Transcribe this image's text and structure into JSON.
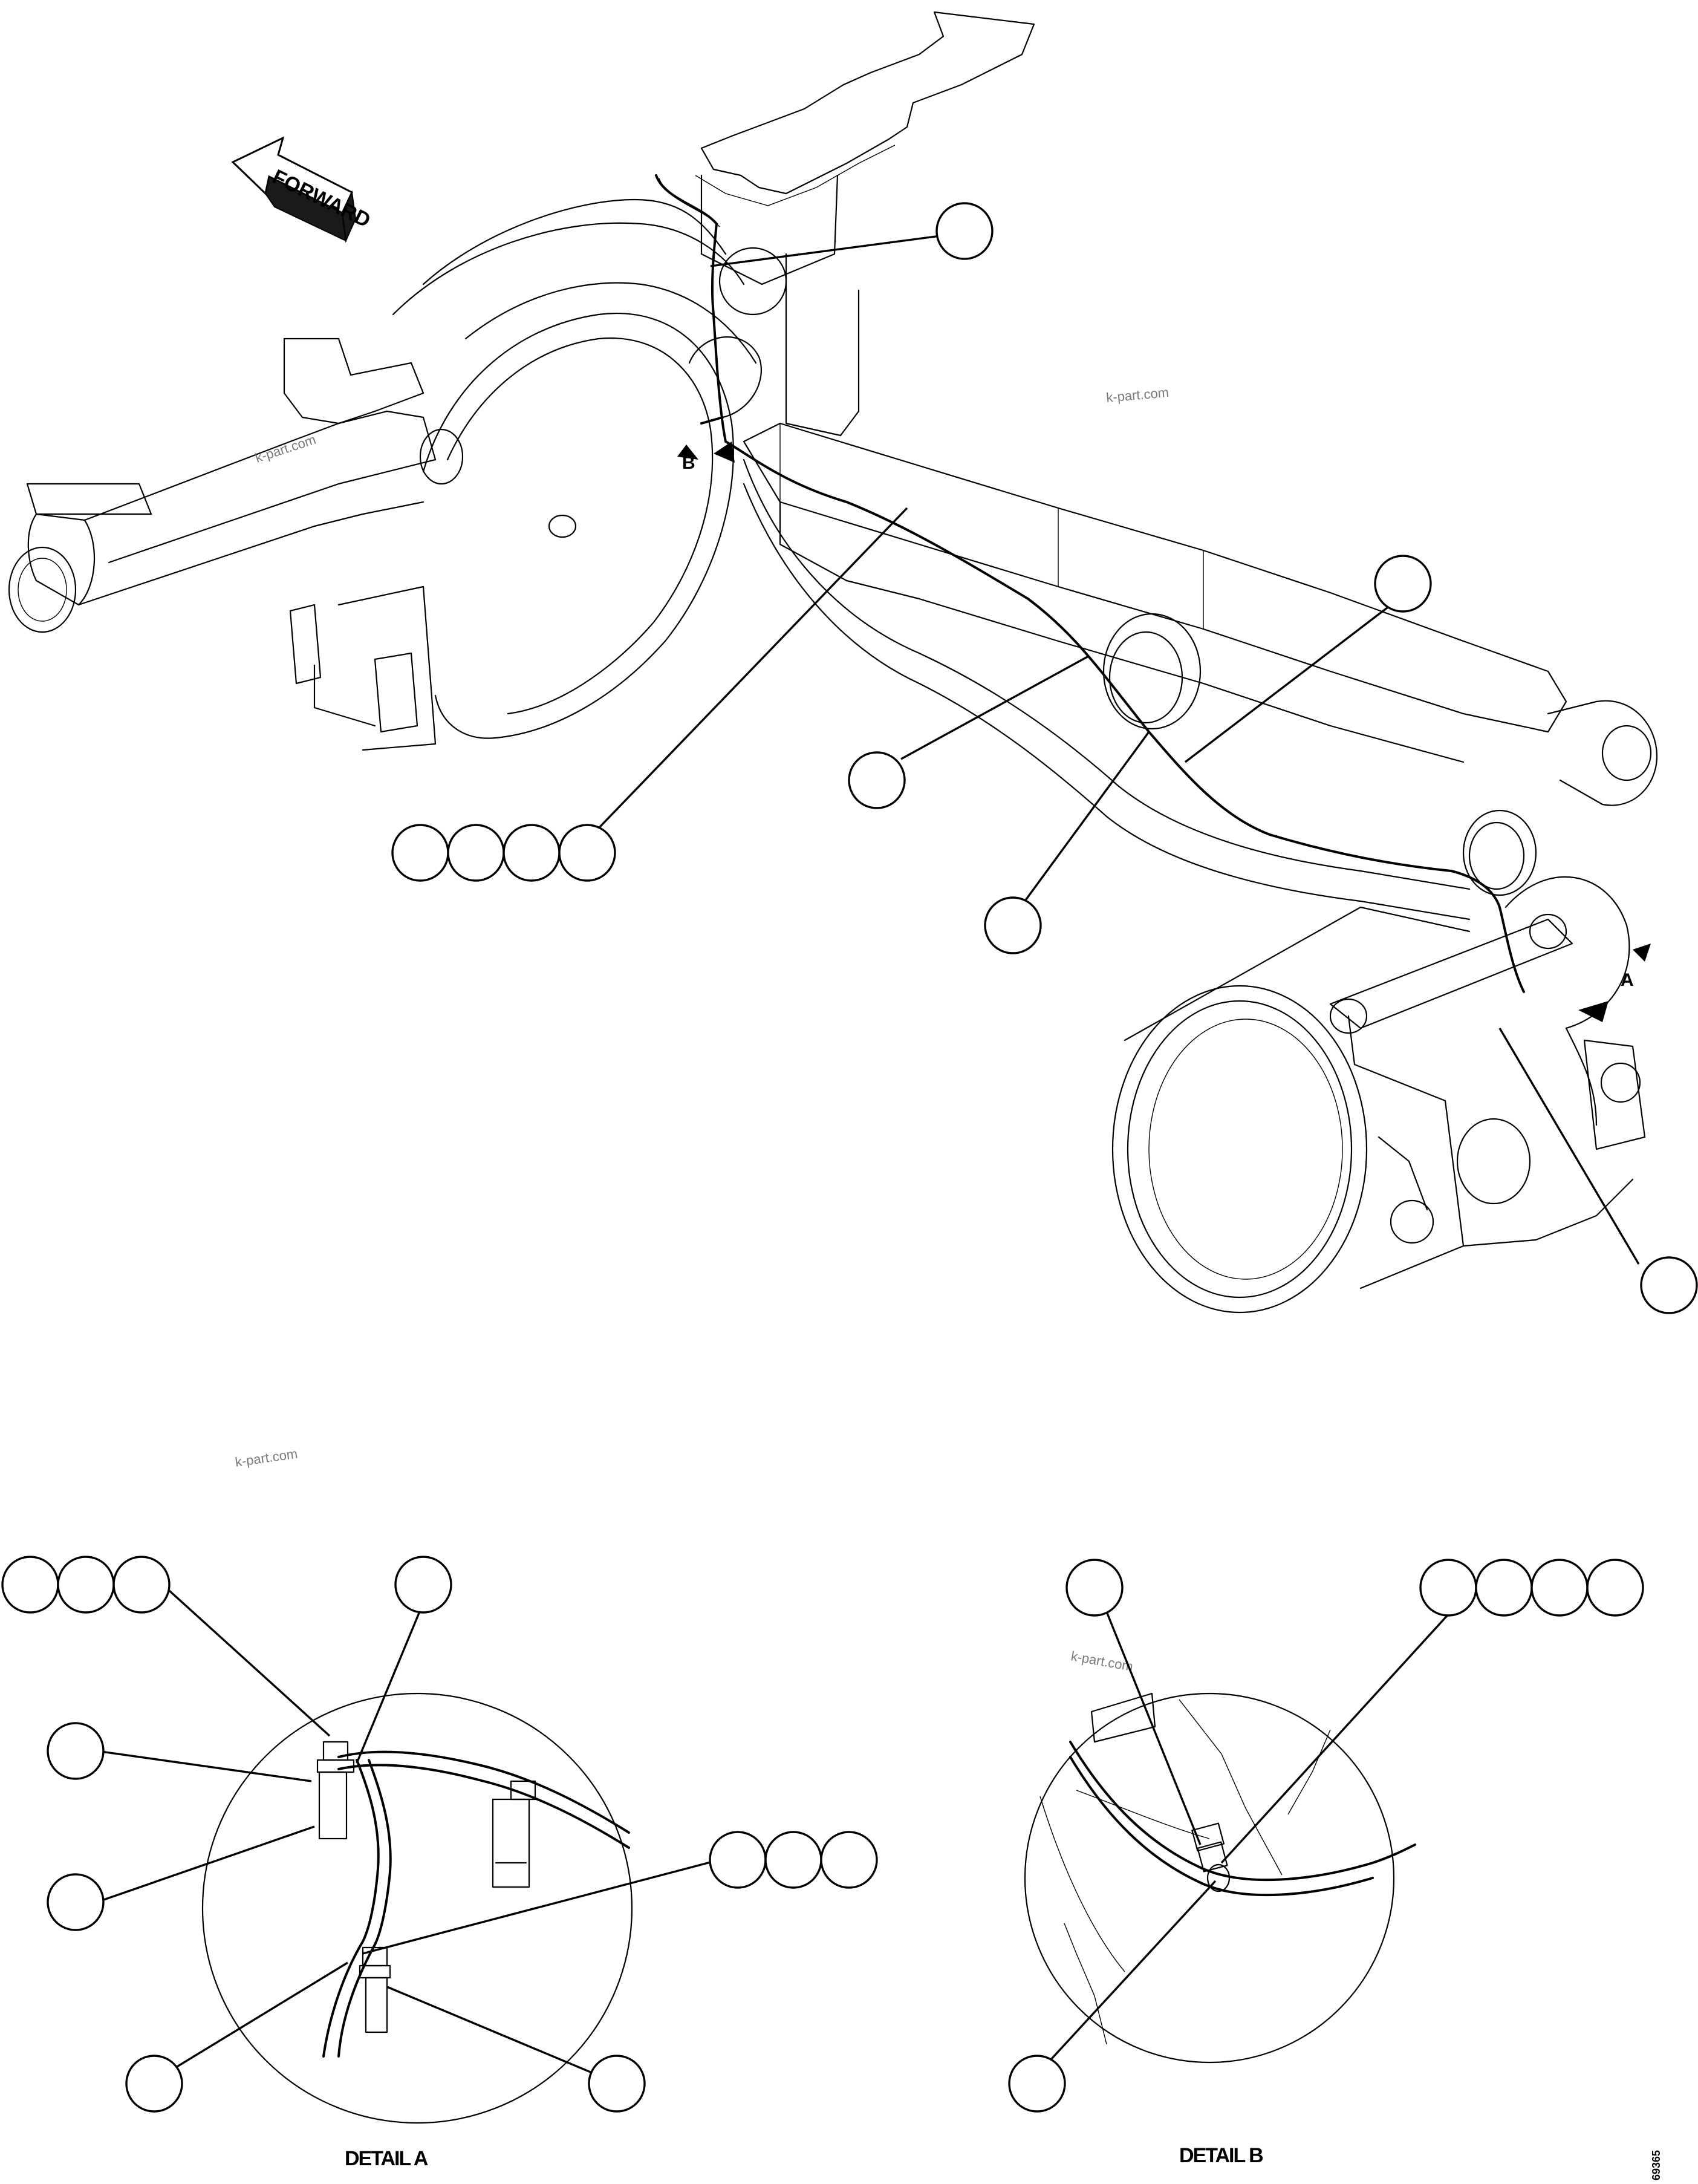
{
  "arrow_label": "FORWARD",
  "detail_markers": {
    "a": "A",
    "b": "B"
  },
  "detail_titles": {
    "a": "DETAIL A",
    "b": "DETAIL B"
  },
  "watermark": "k-part.com",
  "figure_number": "69365"
}
